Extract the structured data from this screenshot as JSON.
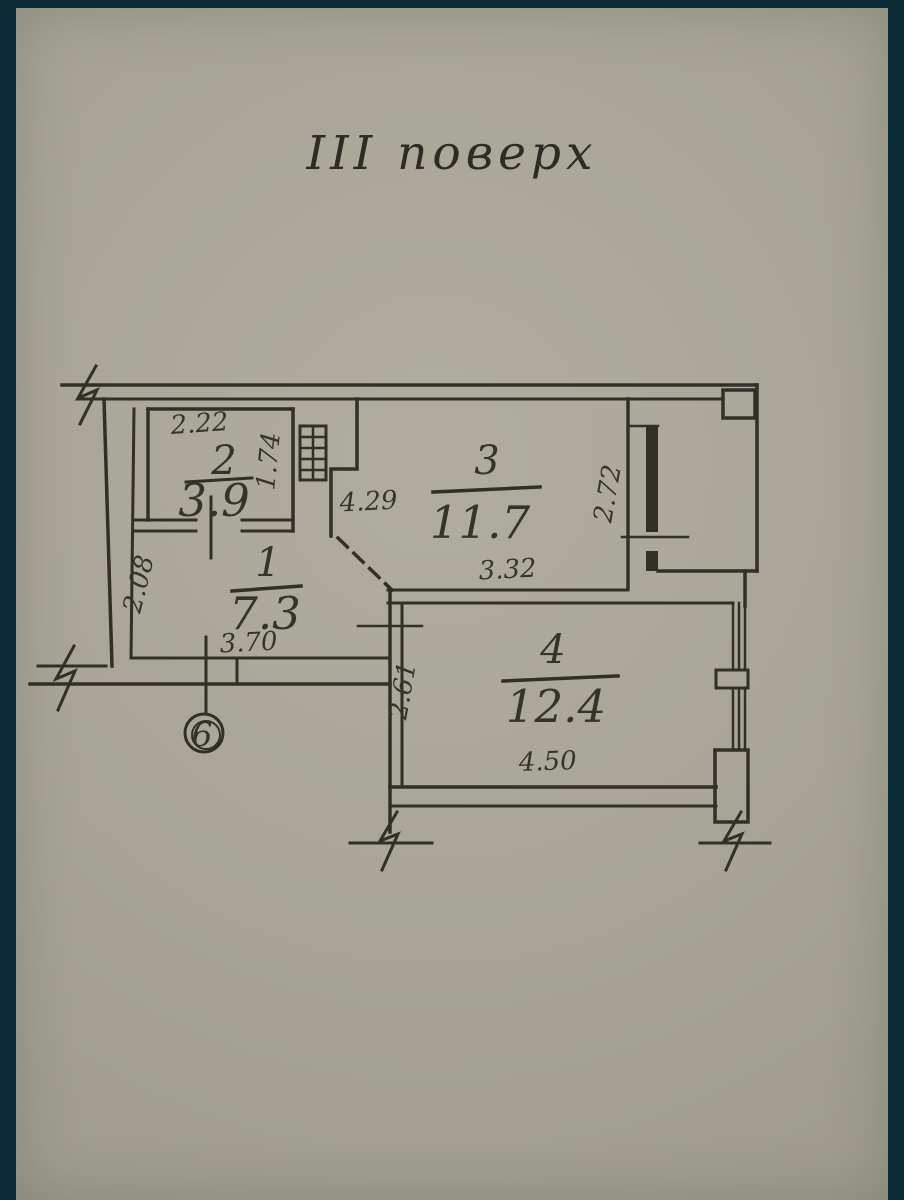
{
  "title": "III поверх",
  "plan": {
    "rooms": [
      {
        "number": "1",
        "area": "7.3"
      },
      {
        "number": "2",
        "area": "3.9"
      },
      {
        "number": "3",
        "area": "11.7"
      },
      {
        "number": "4",
        "area": "12.4"
      }
    ],
    "dims": {
      "room2_top": "2.22",
      "room2_right": "1.74",
      "room3_left": "4.29",
      "room3_right": "2.72",
      "room3_bottom": "3.32",
      "room1_left": "2.08",
      "room1_bottom": "3.70",
      "room4_left": "2.61",
      "room4_bottom": "4.50"
    },
    "axis_label": "6"
  },
  "colors": {
    "backdrop": "#0c2c37",
    "paper": "#a8a598",
    "ink": "#322f27"
  }
}
